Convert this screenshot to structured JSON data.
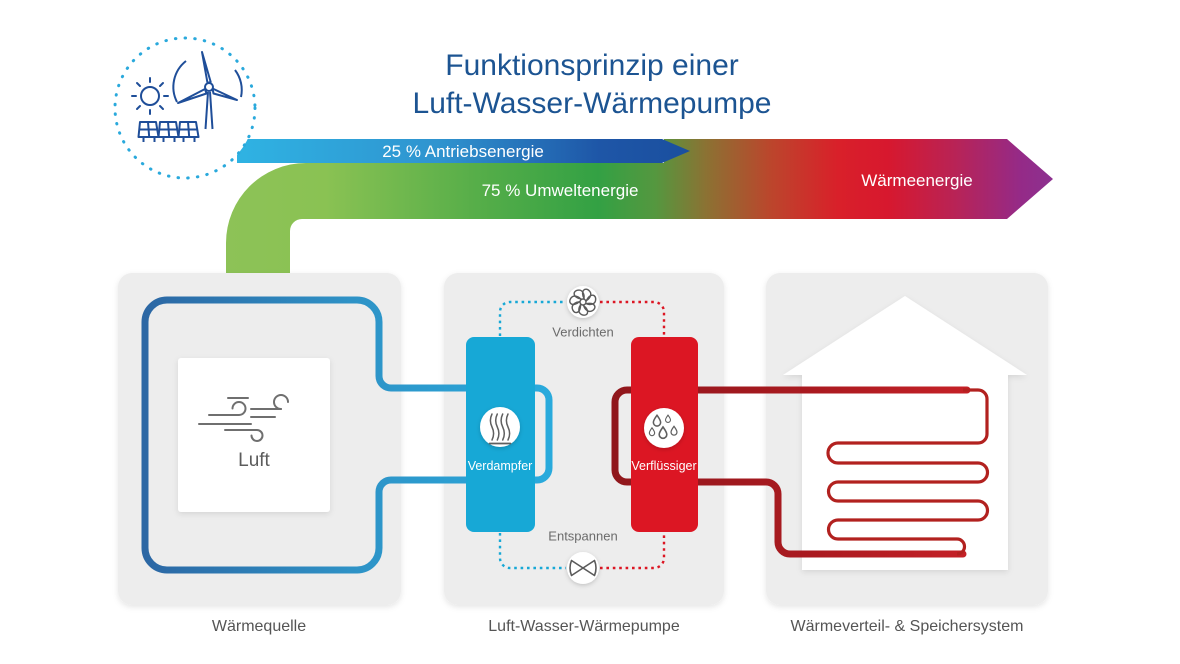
{
  "title": {
    "line1": "Funktionsprinzip einer",
    "line2": "Luft-Wasser-Wärmepumpe"
  },
  "energy_flow": {
    "drive_label": "25 % Antriebsenergie",
    "ambient_label": "75 % Umweltenergie",
    "heat_label": "Wärmeenergie"
  },
  "source_box": {
    "caption": "Wärmequelle",
    "medium_label": "Luft"
  },
  "pump_box": {
    "caption": "Luft-Wasser-Wärmepumpe",
    "evaporator_label": "Verdampfer",
    "condenser_label": "Verflüssiger",
    "compress_label": "Verdichten",
    "expand_label": "Entspannen"
  },
  "distribution_box": {
    "caption": "Wärmeverteil- & Speichersystem"
  },
  "icons": {
    "badge": "renewables-icon (sun, solar-panels, wind-turbine)",
    "compressor": "fan-icon",
    "expansion": "valve-icon",
    "evaporator": "steam-icon",
    "condenser": "droplets-icon",
    "air": "wind-icon",
    "house": "house-shape"
  },
  "colors": {
    "title-blue": "#1c5492",
    "icon-blue": "#1f4e99",
    "box-gray": "#ededed",
    "caption-gray": "#555555",
    "cyan": "#17a8d6",
    "red": "#dc1623",
    "band-green": "#8bc152",
    "band-red": "#d9202a",
    "band-purple": "#8c3190",
    "drive-blue": "#1a4f9f",
    "pipe-blue-dark": "#2c67a4",
    "pipe-red-dark": "#90171c"
  }
}
